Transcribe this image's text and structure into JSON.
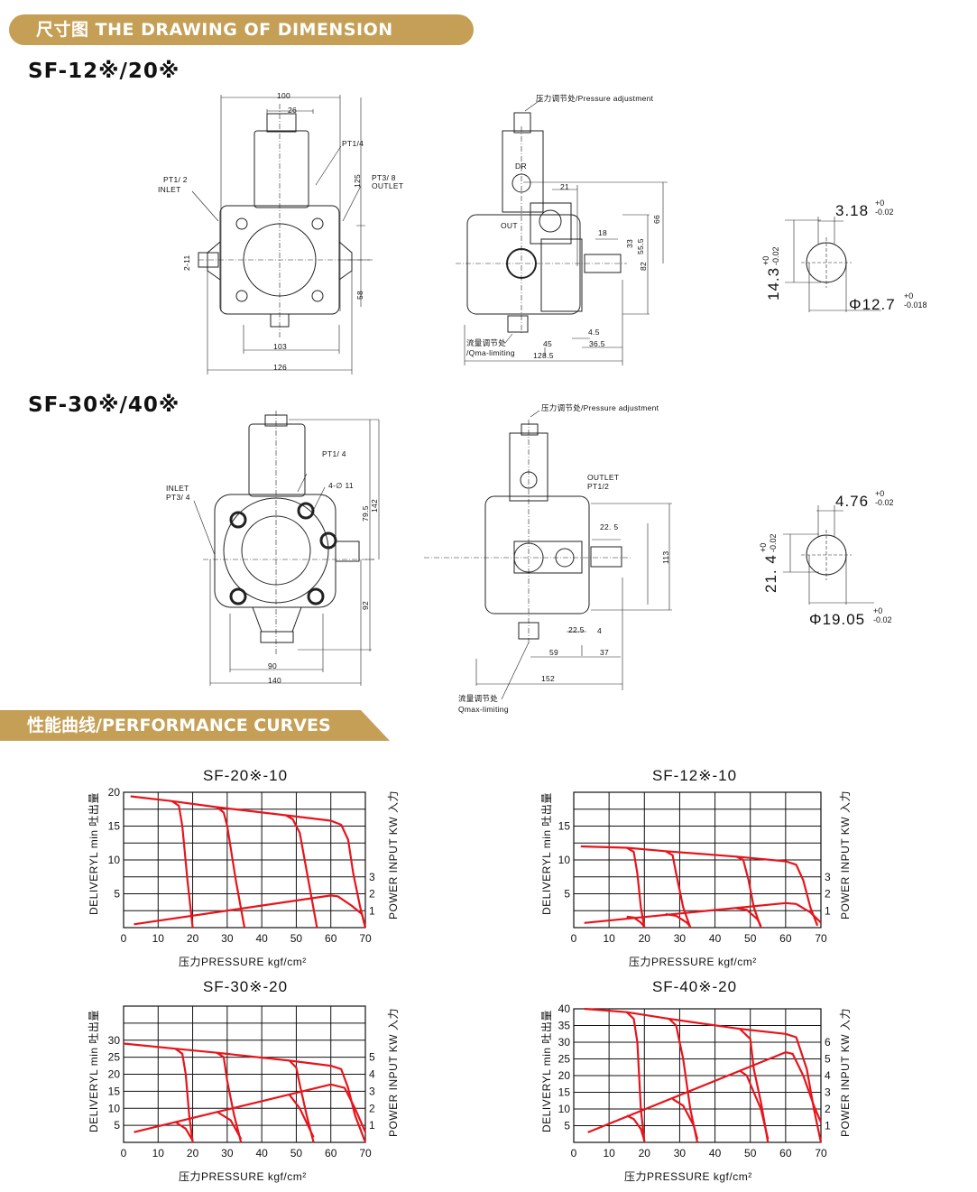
{
  "header": {
    "title": "尺寸图  THE DRAWING OF DIMENSION"
  },
  "sf12": {
    "model": "SF-12※/20※",
    "front": {
      "d100": "100",
      "d26": "26",
      "pt14": "PT1/4",
      "pt12": "PT1/ 2",
      "inlet": "INLET",
      "pt38": "PT3/ 8",
      "outlet": "OUTLET",
      "d125": "125",
      "d211": "2-11",
      "d58": "58",
      "d103": "103",
      "d126": "126"
    },
    "side": {
      "pressure_adj": "压力调节处/Pressure adjustment",
      "dr": "DR",
      "out": "OUT",
      "d21": "21",
      "d18": "18",
      "d66": "66",
      "d33": "33",
      "d555": "55.5",
      "d82": "82",
      "d45a": "4.5",
      "d45": "45",
      "d365": "36.5",
      "d1285": "128.5",
      "flow_limit_cn": "流量调节处",
      "flow_limit_en": "/Qma-limiting"
    },
    "shaft": {
      "key": "3.18",
      "key_tol_up": "+0",
      "key_tol_dn": "-0.02",
      "h": "14.3",
      "h_tol_up": "+0",
      "h_tol_dn": "-0.02",
      "dia": "Φ12.7",
      "dia_tol_up": "+0",
      "dia_tol_dn": "-0.018"
    }
  },
  "sf30": {
    "model": "SF-30※/40※",
    "front": {
      "pt14": "PT1/ 4",
      "holes": "4-∅ 11",
      "inlet": "INLET",
      "pt34": "PT3/ 4",
      "d795": "79.5",
      "d142": "142",
      "d92": "92",
      "d90": "90",
      "d140": "140"
    },
    "side": {
      "pressure_adj": "压力调节处/Pressure adjustment",
      "outlet": "OUTLET",
      "pt12": "PT1/2",
      "d225": "22. 5",
      "d113": "113",
      "d225b": "22.5",
      "d4": "4",
      "d59": "59",
      "d37": "37",
      "d152": "152",
      "flow_limit_cn": "流量调节处",
      "flow_limit_en": "Qmax-limiting"
    },
    "shaft": {
      "key": "4.76",
      "key_tol_up": "+0",
      "key_tol_dn": "-0.02",
      "h": "21. 4",
      "h_tol_up": "+0",
      "h_tol_dn": "-0.02",
      "dia": "Φ19.05",
      "dia_tol_up": "+0",
      "dia_tol_dn": "-0.02"
    }
  },
  "performance": {
    "title": "性能曲线/PERFORMANCE CURVES"
  },
  "colors": {
    "accent": "#c49f55",
    "curve": "#e8141b"
  },
  "chart_data": [
    {
      "type": "line",
      "title": "SF-20※-10",
      "xlabel": "压力PRESSURE kgf/cm²",
      "ylabel": "DELIVERYL min 吐出量",
      "ylabel_right": "POWER INPUT KW 入力",
      "xlim": [
        0,
        70
      ],
      "xticks": [
        0,
        10,
        20,
        30,
        40,
        50,
        60,
        70
      ],
      "ylim": [
        0,
        20
      ],
      "yticks": [
        5,
        10,
        15,
        20
      ],
      "ygrid_step": 2.5,
      "ylim_right": [
        0,
        8
      ],
      "yticks_right": [
        1,
        2,
        3
      ],
      "flow": [
        [
          [
            2,
            19.4
          ],
          [
            14,
            18.7
          ],
          [
            27,
            17.8
          ],
          [
            47,
            16.6
          ],
          [
            60,
            15.8
          ],
          [
            63,
            15.2
          ],
          [
            65,
            13
          ],
          [
            66.5,
            8
          ],
          [
            68.5,
            3
          ],
          [
            70,
            0
          ]
        ],
        [
          [
            14,
            18.7
          ],
          [
            16,
            18
          ],
          [
            17,
            15
          ],
          [
            18.5,
            7
          ],
          [
            20,
            0
          ]
        ],
        [
          [
            27,
            17.8
          ],
          [
            29,
            17
          ],
          [
            30,
            15
          ],
          [
            32.5,
            7
          ],
          [
            35,
            0
          ]
        ],
        [
          [
            47,
            16.6
          ],
          [
            49,
            16
          ],
          [
            51,
            14
          ],
          [
            53.5,
            7
          ],
          [
            56,
            0
          ]
        ]
      ],
      "power": [
        [
          [
            3,
            0.2
          ],
          [
            60,
            1.9
          ],
          [
            62,
            1.85
          ],
          [
            66,
            1.3
          ],
          [
            69,
            0.8
          ],
          [
            70,
            0
          ]
        ]
      ]
    },
    {
      "type": "line",
      "title": "SF-12※-10",
      "xlabel": "压力PRESSURE kgf/cm²",
      "ylabel": "DELIVERYL min 吐出量",
      "ylabel_right": "POWER INPUT KW 入力",
      "xlim": [
        0,
        70
      ],
      "xticks": [
        0,
        10,
        20,
        30,
        40,
        50,
        60,
        70
      ],
      "ylim": [
        0,
        20
      ],
      "yticks": [
        5,
        10,
        15
      ],
      "ygrid_step": 2.5,
      "ylim_right": [
        0,
        8
      ],
      "yticks_right": [
        1,
        2,
        3
      ],
      "flow": [
        [
          [
            2,
            12
          ],
          [
            15,
            11.8
          ],
          [
            26,
            11.3
          ],
          [
            46,
            10.5
          ],
          [
            60,
            9.8
          ],
          [
            63,
            9.3
          ],
          [
            65,
            7
          ],
          [
            67,
            3
          ],
          [
            69,
            0.3
          ]
        ],
        [
          [
            15,
            11.8
          ],
          [
            17,
            11.2
          ],
          [
            18,
            8
          ],
          [
            19,
            3
          ],
          [
            20,
            0
          ]
        ],
        [
          [
            26,
            11.3
          ],
          [
            28,
            10.7
          ],
          [
            29,
            8
          ],
          [
            31,
            3
          ],
          [
            33,
            0
          ]
        ],
        [
          [
            46,
            10.5
          ],
          [
            48,
            10
          ],
          [
            49.5,
            7
          ],
          [
            51,
            3
          ],
          [
            53,
            0
          ]
        ]
      ],
      "power": [
        [
          [
            3,
            0.28
          ],
          [
            60,
            1.45
          ],
          [
            63,
            1.4
          ],
          [
            67,
            0.9
          ],
          [
            70,
            0.3
          ]
        ],
        [
          [
            15,
            0.65
          ],
          [
            17,
            0.6
          ],
          [
            19,
            0.3
          ],
          [
            20,
            0.05
          ]
        ],
        [
          [
            26,
            0.8
          ],
          [
            29,
            0.7
          ],
          [
            32,
            0.3
          ],
          [
            33,
            0.05
          ]
        ],
        [
          [
            46,
            1.15
          ],
          [
            49,
            1.05
          ],
          [
            52,
            0.5
          ],
          [
            53,
            0.1
          ]
        ]
      ]
    },
    {
      "type": "line",
      "title": "SF-30※-20",
      "xlabel": "压力PRESSURE kgf/cm²",
      "ylabel": "DELIVERYL min 吐出量",
      "ylabel_right": "POWER INPUT KW 入力",
      "xlim": [
        0,
        70
      ],
      "xticks": [
        0,
        10,
        20,
        30,
        40,
        50,
        60,
        70
      ],
      "ylim": [
        0,
        40
      ],
      "yticks": [
        5,
        10,
        15,
        20,
        25,
        30
      ],
      "ygrid_step": 5,
      "ylim_right": [
        0,
        8
      ],
      "yticks_right": [
        1,
        2,
        3,
        4,
        5
      ],
      "flow": [
        [
          [
            0,
            29
          ],
          [
            15,
            27.5
          ],
          [
            27,
            26.3
          ],
          [
            48,
            24
          ],
          [
            60,
            22.5
          ],
          [
            63,
            21.5
          ],
          [
            65,
            16
          ],
          [
            67,
            8
          ],
          [
            70,
            0
          ]
        ],
        [
          [
            15,
            27.5
          ],
          [
            17,
            26
          ],
          [
            18,
            20
          ],
          [
            19,
            8
          ],
          [
            20,
            0
          ]
        ],
        [
          [
            27,
            26.3
          ],
          [
            29,
            25
          ],
          [
            30,
            18
          ],
          [
            32,
            8
          ],
          [
            34,
            0
          ]
        ],
        [
          [
            48,
            24
          ],
          [
            50,
            22
          ],
          [
            51,
            17
          ],
          [
            53,
            8
          ],
          [
            55,
            0
          ]
        ]
      ],
      "power": [
        [
          [
            3,
            0.6
          ],
          [
            60,
            3.4
          ],
          [
            64,
            3.2
          ],
          [
            67,
            2
          ],
          [
            70,
            0.6
          ]
        ],
        [
          [
            15,
            1.2
          ],
          [
            18,
            0.8
          ],
          [
            20,
            0.1
          ]
        ],
        [
          [
            27,
            1.8
          ],
          [
            31,
            1.3
          ],
          [
            34,
            0.2
          ]
        ],
        [
          [
            48,
            2.8
          ],
          [
            51,
            2
          ],
          [
            55,
            0.3
          ]
        ]
      ]
    },
    {
      "type": "line",
      "title": "SF-40※-20",
      "xlabel": "压力PRESSURE kgf/cm²",
      "ylabel": "DELIVERYL min 吐出量",
      "ylabel_right": "POWER INPUT KW 入力",
      "xlim": [
        0,
        70
      ],
      "xticks": [
        0,
        10,
        20,
        30,
        40,
        50,
        60,
        70
      ],
      "ylim": [
        0,
        40
      ],
      "yticks": [
        5,
        10,
        15,
        20,
        25,
        30,
        35,
        40
      ],
      "ygrid_step": 5,
      "ylim_right": [
        0,
        8
      ],
      "yticks_right": [
        1,
        2,
        3,
        4,
        5,
        6
      ],
      "flow": [
        [
          [
            3,
            40
          ],
          [
            15,
            39
          ],
          [
            27,
            37
          ],
          [
            47,
            34
          ],
          [
            60,
            32.5
          ],
          [
            63,
            31.5
          ],
          [
            66,
            22
          ],
          [
            68,
            10
          ],
          [
            70,
            0
          ]
        ],
        [
          [
            15,
            39
          ],
          [
            17,
            37
          ],
          [
            18,
            30
          ],
          [
            19,
            10
          ],
          [
            20,
            0
          ]
        ],
        [
          [
            27,
            37
          ],
          [
            29,
            35
          ],
          [
            31,
            25
          ],
          [
            33,
            10
          ],
          [
            35,
            0
          ]
        ],
        [
          [
            47,
            34
          ],
          [
            50,
            31
          ],
          [
            51,
            22
          ],
          [
            53,
            12
          ],
          [
            55,
            0
          ]
        ]
      ],
      "power": [
        [
          [
            4,
            0.6
          ],
          [
            60,
            5.4
          ],
          [
            62,
            5.3
          ],
          [
            65,
            4
          ],
          [
            68,
            2.2
          ],
          [
            70,
            1.2
          ]
        ],
        [
          [
            15,
            1.6
          ],
          [
            17,
            1.4
          ],
          [
            19,
            0.8
          ],
          [
            20,
            0.1
          ]
        ],
        [
          [
            28,
            2.6
          ],
          [
            31,
            2.2
          ],
          [
            34,
            1
          ],
          [
            35,
            0.2
          ]
        ],
        [
          [
            47,
            4.3
          ],
          [
            49,
            4
          ],
          [
            51,
            3
          ],
          [
            53,
            2
          ],
          [
            55,
            0.2
          ]
        ]
      ]
    }
  ]
}
